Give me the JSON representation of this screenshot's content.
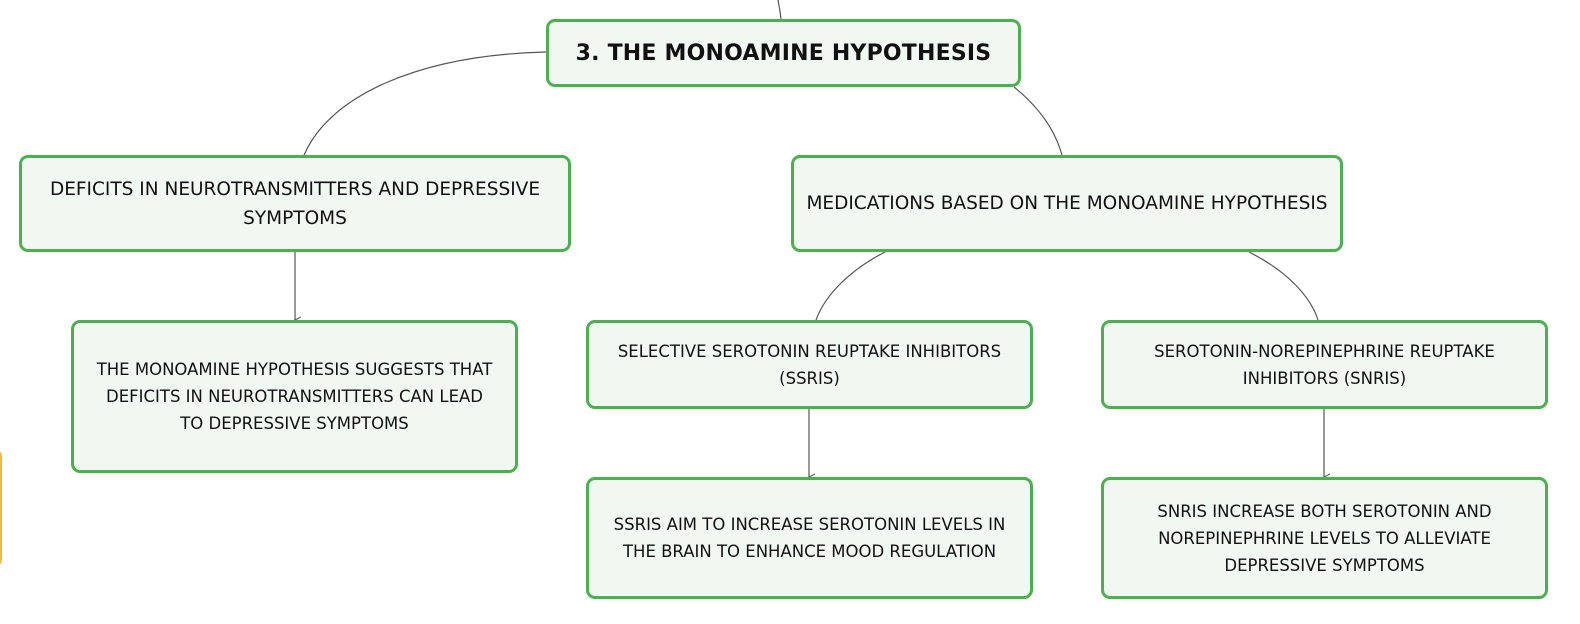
{
  "mindmap": {
    "root": "3. THE MONOAMINE HYPOTHESIS",
    "deficits": {
      "title": "DEFICITS IN NEUROTRANSMITTERS AND DEPRESSIVE SYMPTOMS",
      "detail": "THE MONOAMINE HYPOTHESIS SUGGESTS THAT DEFICITS IN NEUROTRANSMITTERS CAN LEAD TO DEPRESSIVE SYMPTOMS"
    },
    "medications": {
      "title": "MEDICATIONS BASED ON THE MONOAMINE HYPOTHESIS",
      "ssri": {
        "title": "SELECTIVE SEROTONIN REUPTAKE INHIBITORS (SSRIS)",
        "detail": "SSRIS AIM TO INCREASE SEROTONIN LEVELS IN THE BRAIN TO ENHANCE MOOD REGULATION"
      },
      "snri": {
        "title": "SEROTONIN-NOREPINEPHRINE REUPTAKE INHIBITORS (SNRIS)",
        "detail": "SNRIS INCREASE BOTH SEROTONIN AND NOREPINEPHRINE LEVELS TO ALLEVIATE DEPRESSIVE SYMPTOMS"
      }
    }
  },
  "colors": {
    "node_border": "#4caf50",
    "node_fill": "#f1f8f2",
    "connector": "#555555",
    "side_box_border": "#f5b843"
  }
}
